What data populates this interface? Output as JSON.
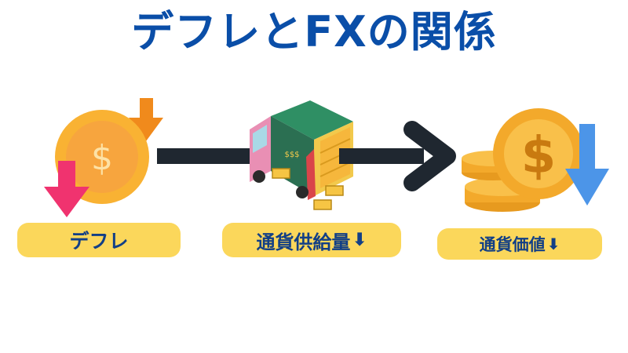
{
  "title": "デフレとFXの関係",
  "steps": [
    {
      "label": "デフレ",
      "arrow": ""
    },
    {
      "label": "通貨供給量",
      "arrow": "⬇"
    },
    {
      "label": "通貨価値",
      "arrow": "⬇"
    }
  ],
  "icons": {
    "step1": "coin-with-down-arrows-icon",
    "step2": "delivery-truck-with-coins-icon",
    "step3": "coin-stack-with-down-arrow-icon",
    "connector": "right-arrow-icon"
  },
  "colors": {
    "title": "#0a4ea8",
    "pill": "#fbd75b",
    "pill_text": "#123f86",
    "arrow_dark": "#1f2730",
    "coin": "#f9b233",
    "down_pink": "#f0336f",
    "down_orange": "#f08a1c",
    "down_blue": "#4c95e8"
  }
}
